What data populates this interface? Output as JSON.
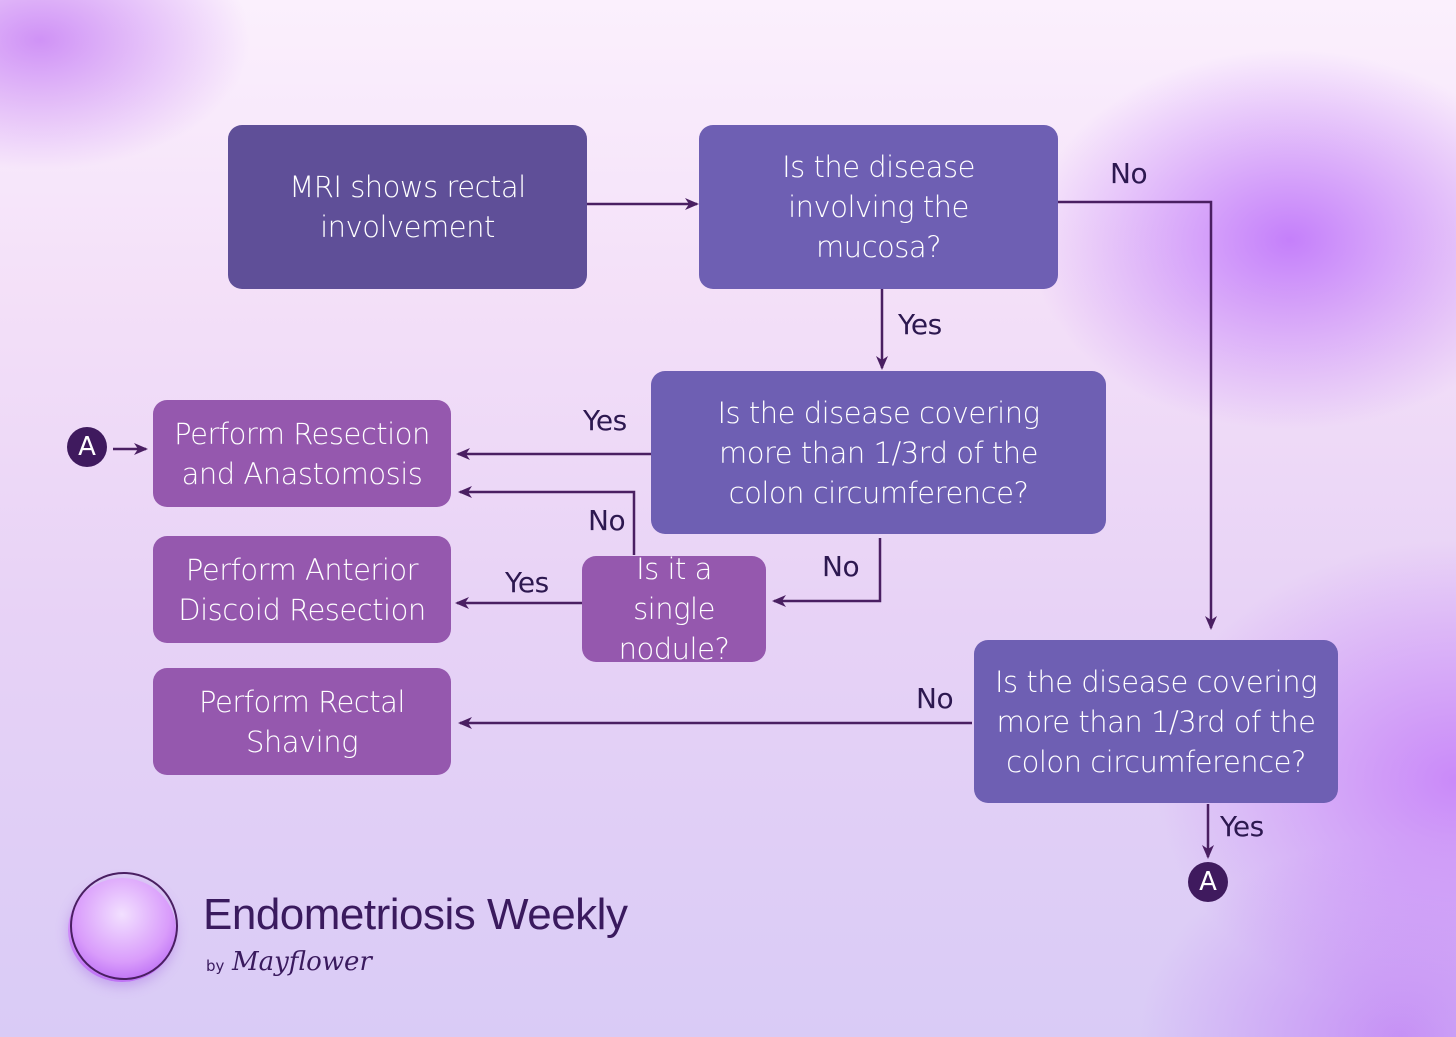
{
  "nodes": {
    "mri": "MRI shows rectal\ninvolvement",
    "mucosa_question": "Is the disease\ninvolving the\nmucosa?",
    "circumference_question_top": "Is the disease covering\nmore than 1/3rd of the\ncolon circumference?",
    "circumference_question_bottom": "Is the disease covering\nmore than 1/3rd of the\ncolon circumference?",
    "single_nodule_question": "Is it a single\nnodule?",
    "resection": "Perform Resection\nand Anastomosis",
    "discoid": "Perform Anterior\nDiscoid Resection",
    "shaving": "Perform Rectal\nShaving"
  },
  "edge_labels": {
    "mucosa_no": "No",
    "mucosa_yes": "Yes",
    "top_circ_yes": "Yes",
    "top_circ_no": "No",
    "nodule_no": "No",
    "nodule_yes": "Yes",
    "bottom_circ_no": "No",
    "bottom_circ_yes": "Yes"
  },
  "connectors": {
    "entry": "A",
    "exit": "A"
  },
  "brand": {
    "title": "Endometriosis Weekly",
    "by": "by",
    "maker": "Mayflower"
  },
  "colors": {
    "box_dark": "#5f4f98",
    "box_mid": "#6e5fb3",
    "box_action": "#9558ae",
    "line": "#4a1f62"
  }
}
